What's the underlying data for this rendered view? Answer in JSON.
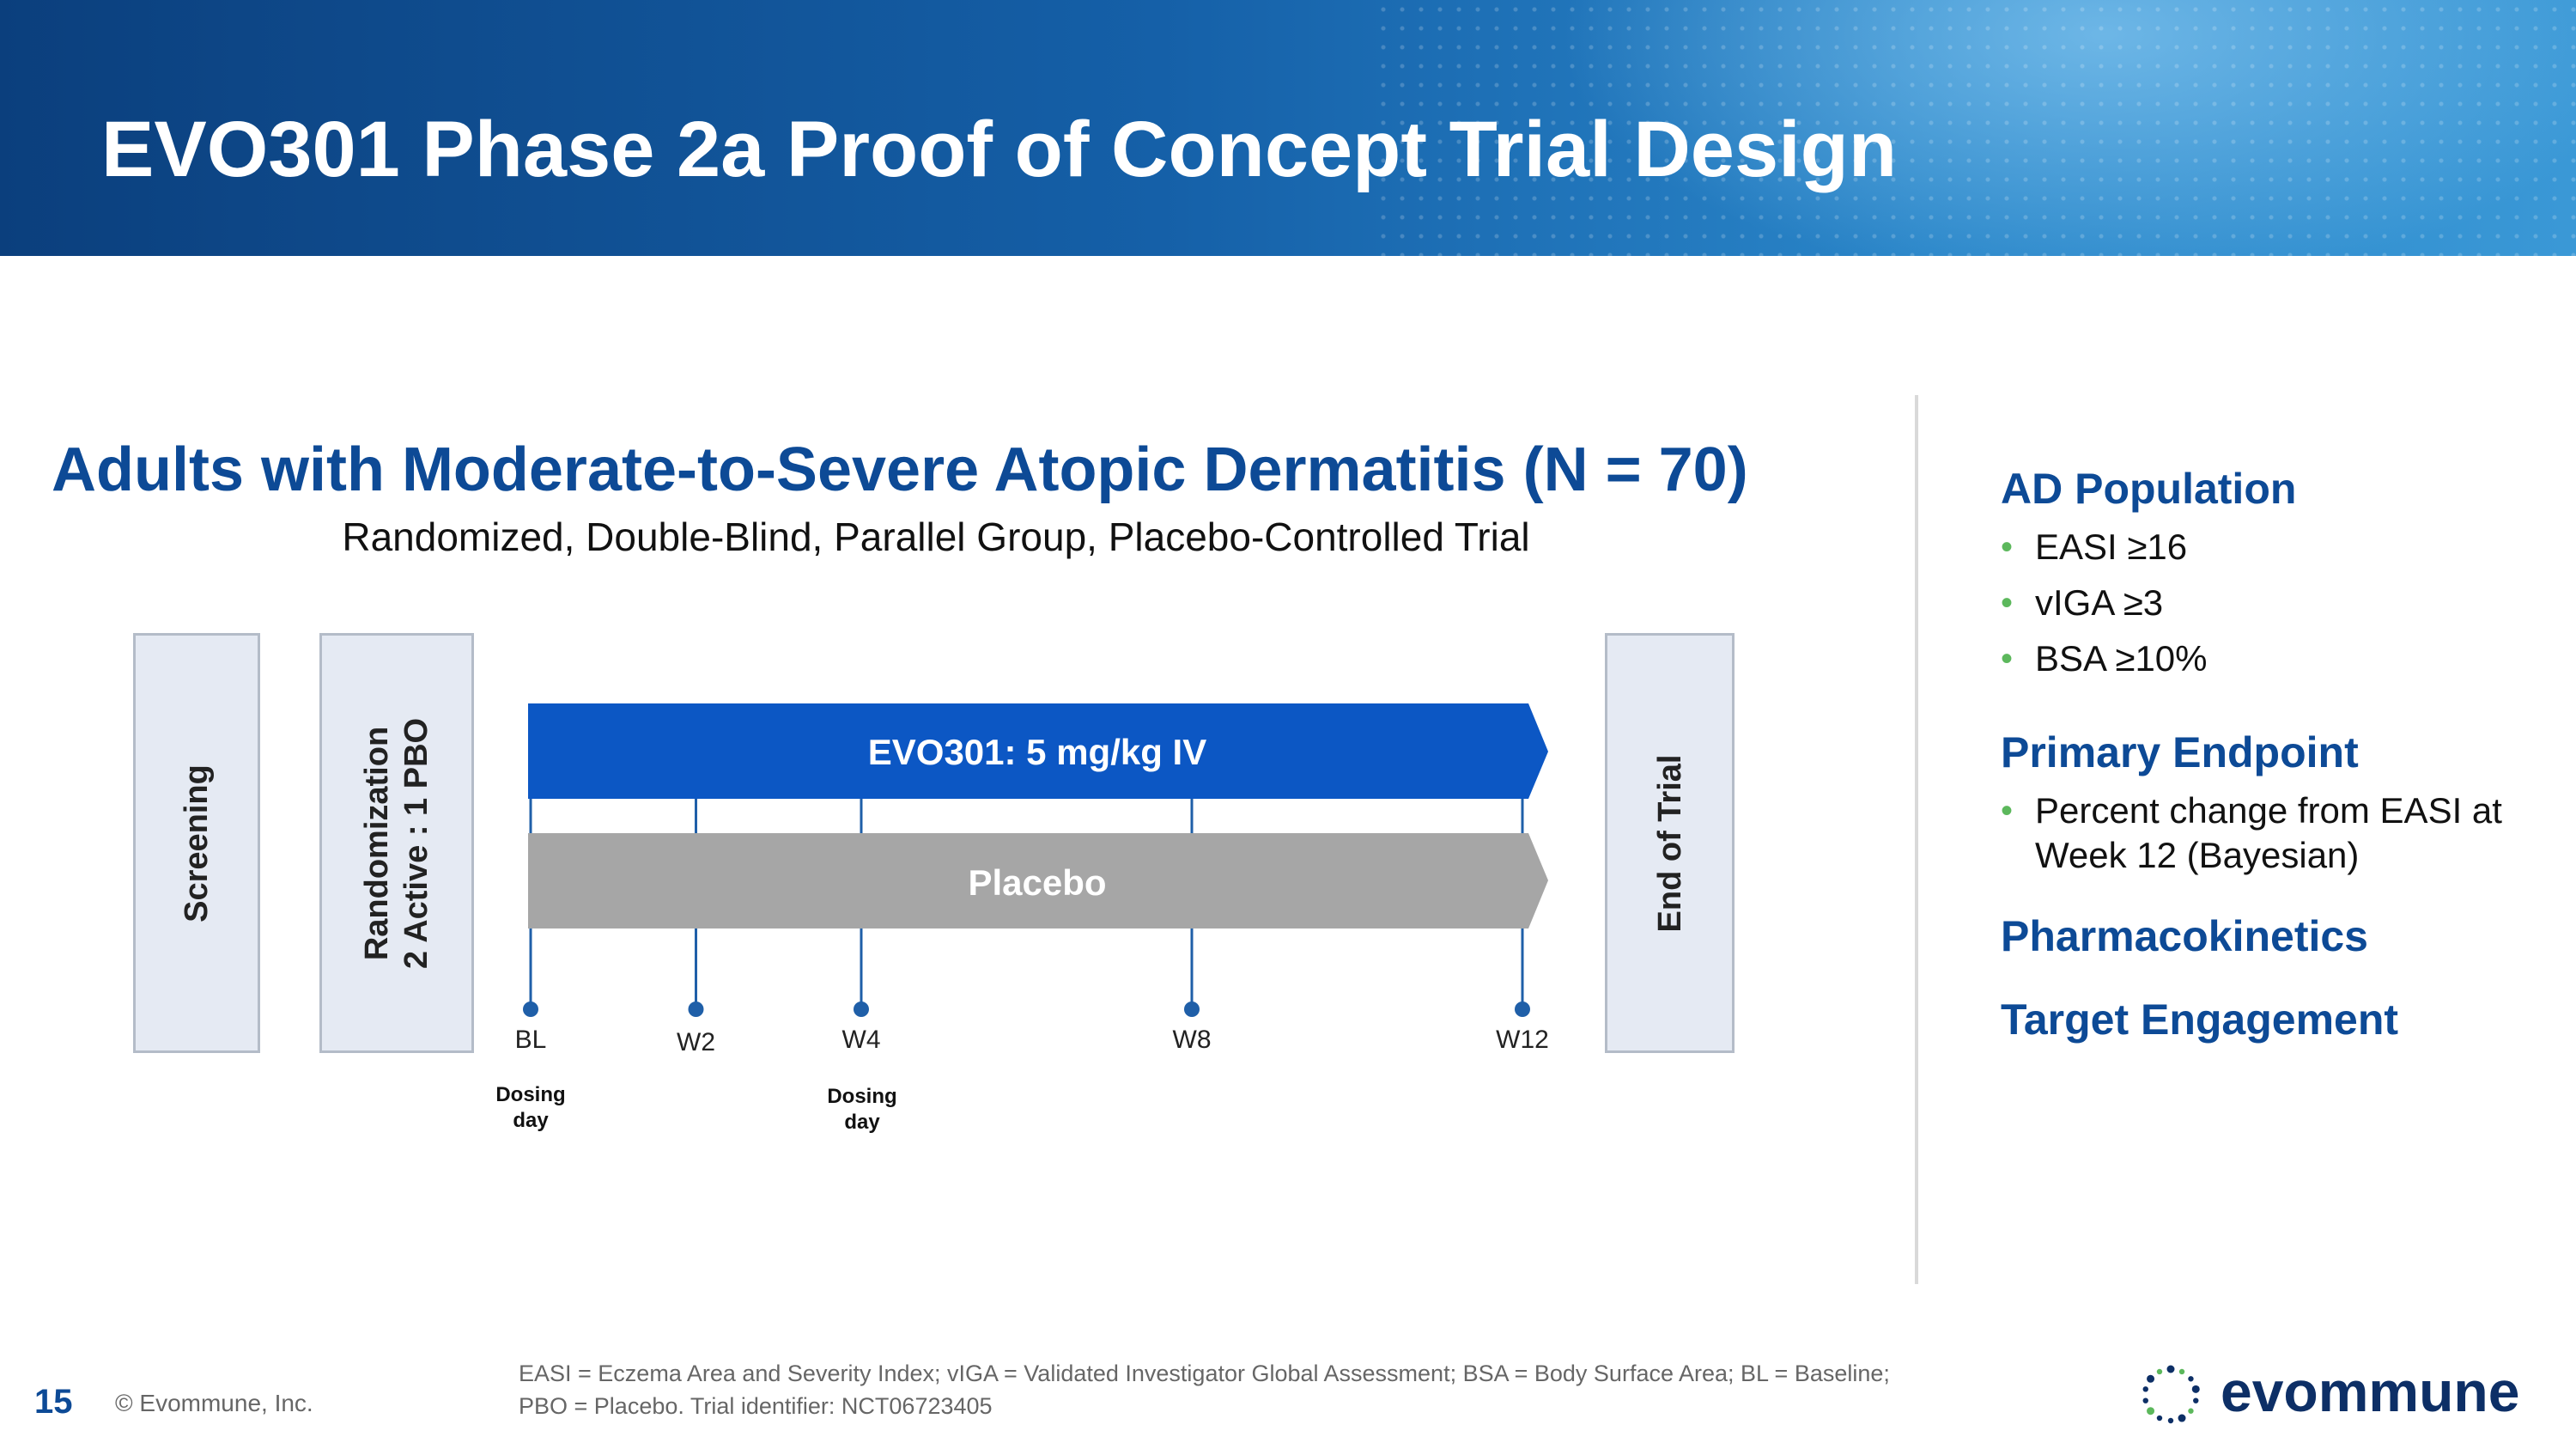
{
  "header": {
    "title": "EVO301 Phase 2a Proof of Concept Trial Design"
  },
  "study": {
    "heading": "Adults with Moderate-to-Severe Atopic Dermatitis (N = 70)",
    "subheading": "Randomized, Double-Blind, Parallel Group, Placebo-Controlled Trial"
  },
  "diagram": {
    "screening": "Screening",
    "randomization_line1": "Randomization",
    "randomization_line2": "2 Active : 1 PBO",
    "end_of_trial": "End of Trial",
    "active_arm": "EVO301: 5 mg/kg IV",
    "placebo_arm": "Placebo",
    "timepoints": [
      {
        "label": "BL",
        "week": 0
      },
      {
        "label": "W2",
        "week": 2
      },
      {
        "label": "W4",
        "week": 4
      },
      {
        "label": "W8",
        "week": 8
      },
      {
        "label": "W12",
        "week": 12
      }
    ],
    "dosing_label_line1": "Dosing",
    "dosing_label_line2": "day",
    "colors": {
      "active": "#0c57c4",
      "placebo": "#a6a6a6",
      "timeline": "#1f5fa8"
    }
  },
  "sidebar": {
    "population_heading": "AD Population",
    "population_items": [
      "EASI ≥16",
      "vIGA ≥3",
      "BSA ≥10%"
    ],
    "endpoint_heading": "Primary Endpoint",
    "endpoint_items": [
      "Percent change from EASI at Week 12 (Bayesian)"
    ],
    "pk_heading": "Pharmacokinetics",
    "te_heading": "Target Engagement"
  },
  "footer": {
    "page_number": "15",
    "copyright": "© Evommune, Inc.",
    "footnote_line1": "EASI = Eczema Area and Severity Index; vIGA = Validated Investigator Global Assessment; BSA = Body Surface Area; BL = Baseline;",
    "footnote_line2": "PBO = Placebo. Trial identifier: NCT06723405",
    "logo_text": "evommune"
  }
}
